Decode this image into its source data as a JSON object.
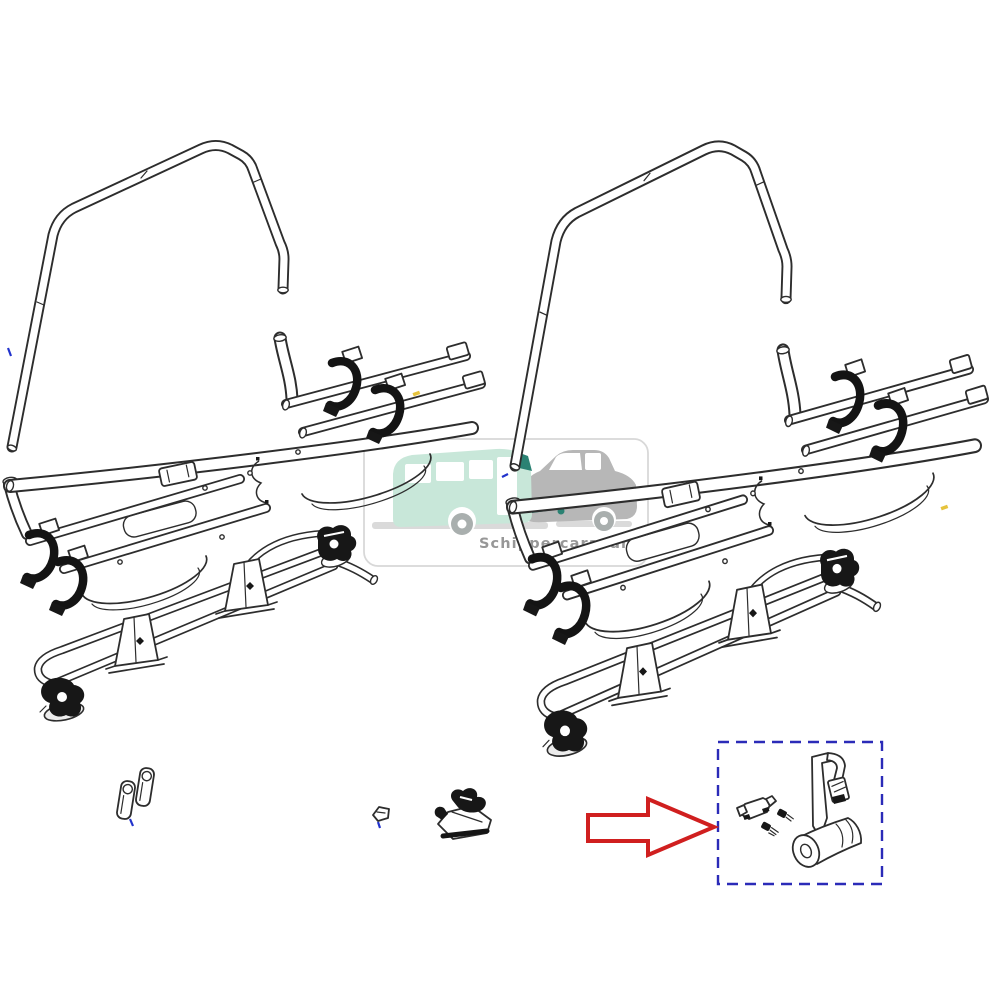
{
  "diagram": {
    "subject": "caravan bike-carrier exploded parts drawing",
    "assemblies": [
      "bike-rack-assembly-left",
      "bike-rack-assembly-right"
    ],
    "loose_parts": [
      "rail-pad-pair",
      "small-clip",
      "rail-clamp"
    ],
    "kit": {
      "contents": [
        "clamp-block",
        "screw-front",
        "screw-back",
        "fixing-strap",
        "roller"
      ],
      "highlight": "red arrow pointing to dashed kit box"
    }
  },
  "watermark": {
    "text": "Schippercaravans.nl"
  },
  "colors": {
    "line": "#2d2d2d",
    "arrow": "#d01f1f",
    "kit_box": "#2b2bb8",
    "watermark_text": "#979797",
    "card_border": "#d8d8d8",
    "caravan_body": "#c8e7d9",
    "caravan_accent": "#2b8273",
    "car_body": "#b7b7b7",
    "wheel": "#a9afae",
    "ground_shadow": "#dadada",
    "stray_blue": "#2233cc",
    "stray_yellow": "#e6c33c"
  }
}
